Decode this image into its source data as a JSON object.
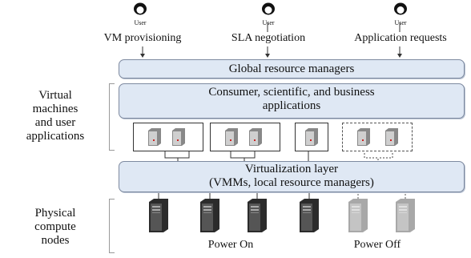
{
  "users": [
    {
      "label": "User"
    },
    {
      "label": "User"
    },
    {
      "label": "User"
    }
  ],
  "requests": {
    "vm_provisioning": "VM provisioning",
    "sla_negotiation": "SLA negotiation",
    "application_requests": "Application requests"
  },
  "layers": {
    "global_managers": "Global resource managers",
    "applications_line1": "Consumer, scientific, and business",
    "applications_line2": "applications",
    "virtualization_line1": "Virtualization layer",
    "virtualization_line2": "(VMMs, local resource managers)"
  },
  "side_labels": {
    "vm_line1": "Virtual",
    "vm_line2": "machines",
    "vm_line3": "and user",
    "vm_line4": "applications",
    "phys_line1": "Physical",
    "phys_line2": "compute",
    "phys_line3": "nodes"
  },
  "power": {
    "on": "Power On",
    "off": "Power Off"
  },
  "colors": {
    "box_fill": "#dfe8f4",
    "box_border": "#7e8aa0",
    "server_on": "#2b2b2b",
    "server_off": "#9a9a9a",
    "vm_led": "#cc2222"
  },
  "icons": {
    "user": "user-avatar-icon",
    "vm": "virtual-machine-icon",
    "server": "server-tower-icon"
  }
}
